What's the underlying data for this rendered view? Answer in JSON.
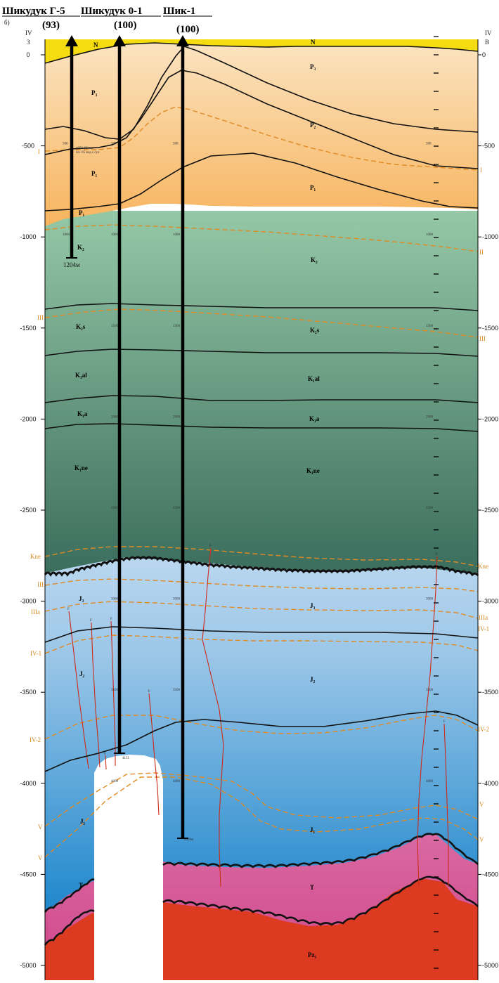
{
  "header": {
    "panel_letter": "б)",
    "wells": [
      {
        "name": "Шикудук Г-5",
        "number": "(93)"
      },
      {
        "name": "Шикудук 0-1",
        "number": "(100)"
      },
      {
        "name": "Шик-1",
        "number": "(100)"
      }
    ]
  },
  "profile": {
    "left_end": {
      "roman": "IV",
      "direction": "З"
    },
    "right_end": {
      "roman": "IV",
      "direction": "В"
    }
  },
  "depth_axis": {
    "left_labels": [
      "0",
      "-500",
      "-1000",
      "-1500",
      "-2000",
      "-2500",
      "-3000",
      "-3500",
      "-4000",
      "-4500",
      "-5000"
    ],
    "right_labels": [
      "0",
      "-500",
      "-1000",
      "-1500",
      "-2000",
      "-2500",
      "-3000",
      "-3500",
      "-4000",
      "-4500",
      "-5000"
    ]
  },
  "well_depth_marks": [
    "500",
    "1000",
    "1500",
    "2000",
    "2500",
    "3000",
    "3500",
    "4000"
  ],
  "well_bottoms": {
    "g5": "1204м",
    "o1": "4151",
    "shik1": "4500м"
  },
  "well_notes": {
    "g5_line1": "4056-60 пл.",
    "g5_line2": "пл.-95 вод.с.сул."
  },
  "fault_symbol": "F",
  "strat_labels": {
    "N_left": "N",
    "N_right": "N",
    "P3_left": "P₃",
    "P3_right": "P₃",
    "P2_mid": "P₂",
    "P1_left": "P₁",
    "P1_right": "P₁",
    "P1_base": "P₁",
    "K2_left": "K₂",
    "K2_right": "K₂",
    "K2s_left": "K₂s",
    "K2s_right": "K₂s",
    "K1al_left": "K₁al",
    "K1al_right": "K₁al",
    "K1a_left": "K₁a",
    "K1a_right": "K₁a",
    "K1ne_left": "K₁ne",
    "K1ne_right": "K₁ne",
    "J3": "J₃",
    "J3_left": "J₃",
    "J2": "J₂",
    "J2_left": "J₂",
    "J1": "J₁",
    "J1_left": "J₁",
    "T_left": "T",
    "T_right": "T",
    "Pz": "Pz₃"
  },
  "reflector_labels": {
    "I_left": "I",
    "I_right": "I",
    "II_right": "II",
    "III_left": "III",
    "III_right": "III",
    "Kne_left": "Kne",
    "Kne_right": "Kne",
    "IIIb_left": "III",
    "IIIa_left": "IIIa",
    "IIIa_right": "IIIa",
    "IV1_left": "IV-1",
    "IV1_right": "IV-1",
    "IV2_left": "IV-2",
    "IV2_right": "IV-2",
    "V_left": "V",
    "V_right": "V",
    "Vb_left": "V",
    "Vb_right": "V"
  },
  "colors": {
    "neogene": "#f4dc10",
    "paleogene_top": "#fbe2bd",
    "paleogene_bottom": "#f8b35c",
    "cretaceous_top": "#95c8a6",
    "cretaceous_bottom": "#3c6f5e",
    "jurassic_top": "#eef2fb",
    "jurassic_bottom": "#1f87cc",
    "triassic_top": "#f5d6e2",
    "triassic_bottom": "#d34f91",
    "paleozoic": "#dc3b21",
    "reflector": "#e08a24",
    "fault": "#cc2a1a"
  }
}
